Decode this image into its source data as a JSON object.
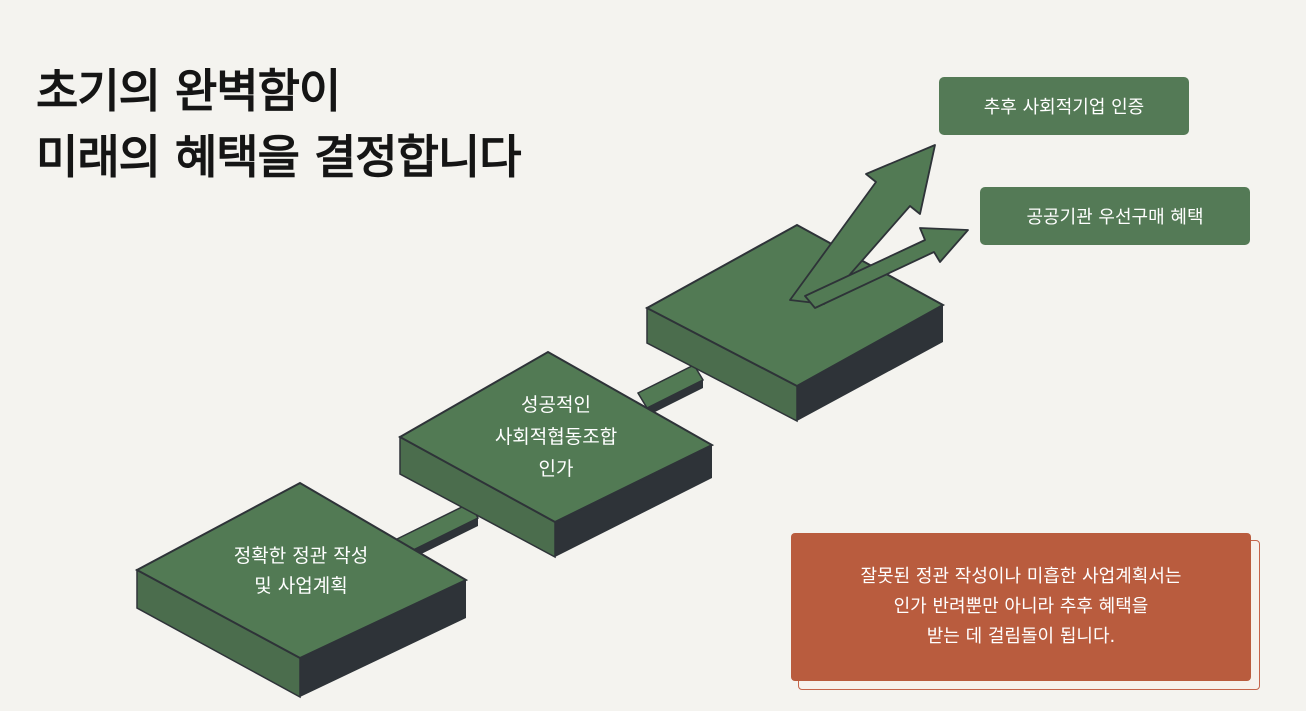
{
  "title": {
    "line1": "초기의 완벽함이",
    "line2": "미래의 혜택을 결정합니다"
  },
  "steps": [
    {
      "lines": [
        "정확한 정관 작성",
        "및 사업계획"
      ]
    },
    {
      "lines": [
        "성공적인",
        "사회적협동조합",
        "인가"
      ]
    },
    {
      "lines": []
    }
  ],
  "outcomes": {
    "first": "추후 사회적기업 인증",
    "second": "공공기관 우선구매 혜택"
  },
  "warning": {
    "line1": "잘못된 정관 작성이나 미흡한 사업계획서는",
    "line2": "인가 반려뿐만 아니라 추후 혜택을",
    "line3": "받는 데 걸림돌이 됩니다."
  },
  "colors": {
    "block_top": "#527a54",
    "block_dark": "#2e3338",
    "warning": "#b95c3e",
    "background": "#f4f3ef"
  }
}
